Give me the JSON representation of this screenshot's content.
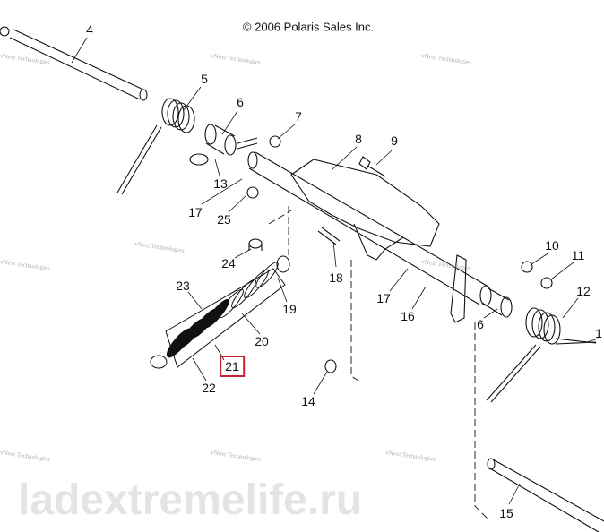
{
  "copyright": "© 2006 Polaris Sales Inc.",
  "watermarks": {
    "vendor": "vNext Technologies",
    "site": "ladextremelife.ru"
  },
  "highlight_color": "#c0262d",
  "callouts": {
    "p4": "4",
    "p5": "5",
    "p6a": "6",
    "p7": "7",
    "p8": "8",
    "p9": "9",
    "p13": "13",
    "p17a": "17",
    "p25": "25",
    "p24": "24",
    "p18": "18",
    "p19": "19",
    "p23": "23",
    "p20": "20",
    "p21": "21",
    "p22": "22",
    "p14": "14",
    "p10": "10",
    "p11": "11",
    "p12": "12",
    "p17b": "17",
    "p16": "16",
    "p6b": "6",
    "p15": "15",
    "p1": "1"
  },
  "selected_part": "21"
}
